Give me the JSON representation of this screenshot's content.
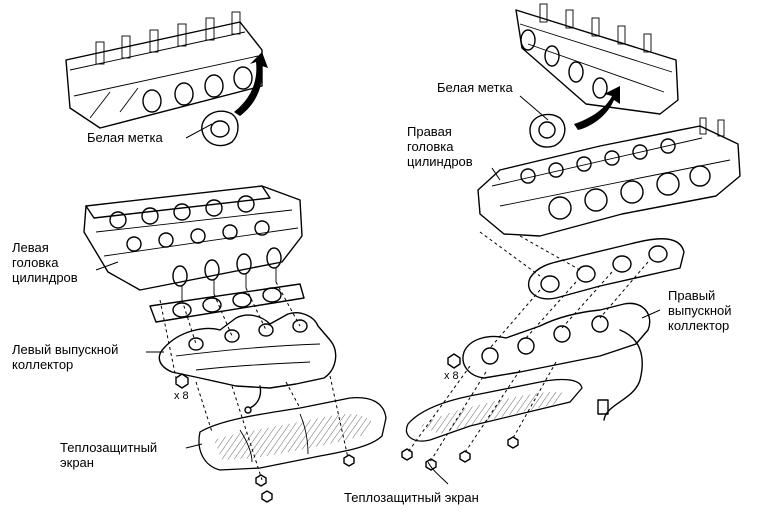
{
  "labels": {
    "white_mark_left": "Белая метка",
    "white_mark_right": "Белая метка",
    "left_head": [
      "Левая",
      "головка",
      "цилиндров"
    ],
    "right_head": [
      "Правая",
      "головка",
      "цилиндров"
    ],
    "left_manifold": [
      "Левый выпускной",
      "коллектор"
    ],
    "right_manifold": [
      "Правый",
      "выпускной",
      "коллектор"
    ],
    "left_shield": [
      "Теплозащитный",
      "экран"
    ],
    "right_shield": "Теплозащитный экран",
    "bolts_left": "x 8",
    "bolts_right": "x 8"
  }
}
